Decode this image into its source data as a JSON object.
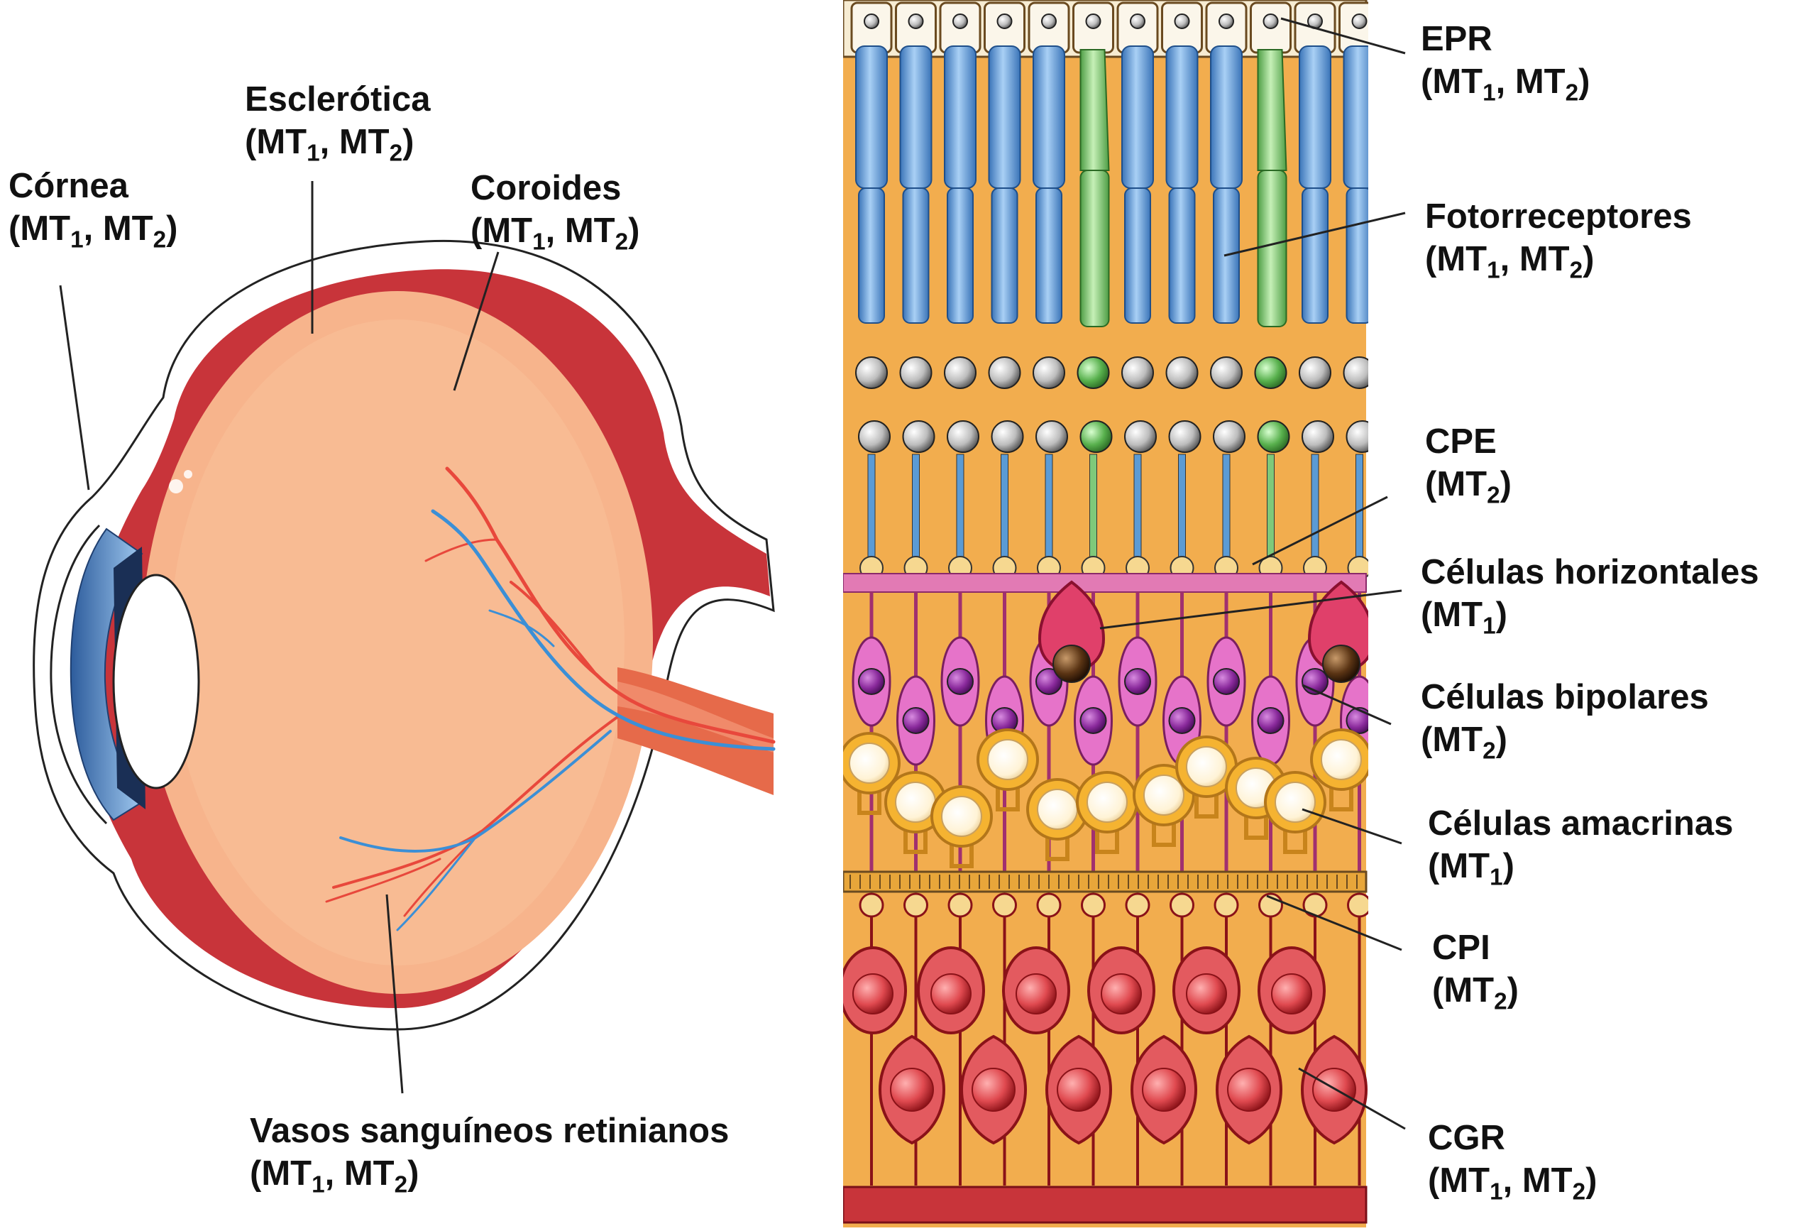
{
  "eye_labels": {
    "cornea": {
      "title": "Córnea",
      "receptors": [
        "1",
        "2"
      ]
    },
    "sclera": {
      "title": "Esclerótica",
      "receptors": [
        "1",
        "2"
      ]
    },
    "choroid": {
      "title": "Coroides",
      "receptors": [
        "1",
        "2"
      ]
    },
    "vessels": {
      "title": "Vasos sanguíneos retinianos",
      "receptors": [
        "1",
        "2"
      ]
    }
  },
  "retina_labels": {
    "rpe": {
      "title": "EPR",
      "receptors": [
        "1",
        "2"
      ]
    },
    "photo": {
      "title": "Fotorreceptores",
      "receptors": [
        "1",
        "2"
      ]
    },
    "opl": {
      "title": "CPE",
      "receptors": [
        "2"
      ]
    },
    "horizontal": {
      "title": "Células horizontales",
      "receptors": [
        "1"
      ]
    },
    "bipolar": {
      "title": "Células bipolares",
      "receptors": [
        "2"
      ]
    },
    "amacrine": {
      "title": "Células amacrinas",
      "receptors": [
        "1"
      ]
    },
    "ipl": {
      "title": "CPI",
      "receptors": [
        "2"
      ]
    },
    "rgc": {
      "title": "CGR",
      "receptors": [
        "1",
        "2"
      ]
    }
  },
  "receptor_prefix": "MT",
  "colors": {
    "background": "#f2ad4e",
    "rod": "#5b9bd5",
    "cone": "#7fc97a",
    "bipolar": "#e673c9",
    "amacrine": "#f5b331",
    "ganglion": "#e0474c",
    "eye_body": "#f7b48c",
    "sclera_red": "#c8343a",
    "artery": "#e8483c",
    "vein": "#3b8fd6"
  }
}
